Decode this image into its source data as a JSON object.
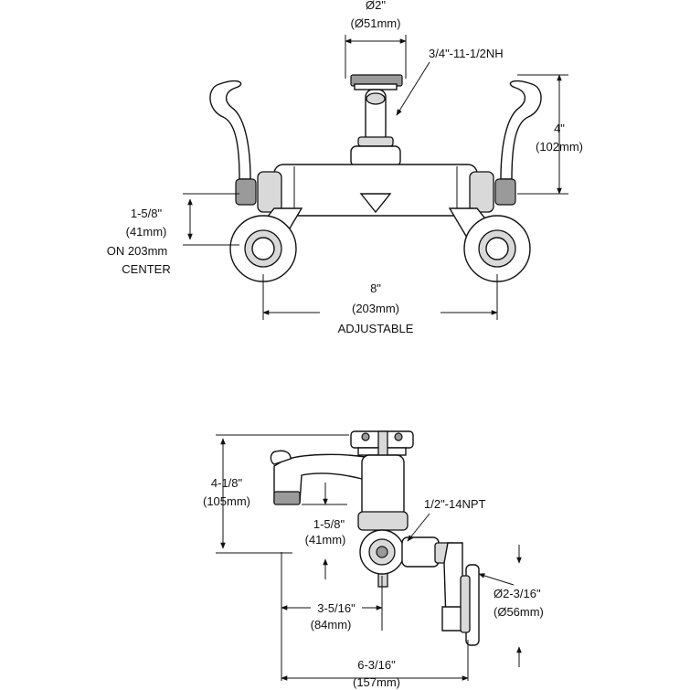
{
  "front_view": {
    "dia_top_in": "Ø2\"",
    "dia_top_mm": "(Ø51mm)",
    "thread_label": "3/4\"-11-1/2NH",
    "height_in": "4\"",
    "height_mm": "(102mm)",
    "inlet_in": "1-5/8\"",
    "inlet_mm": "(41mm)",
    "inlet_center": "ON 203mm",
    "inlet_center2": "CENTER",
    "width_in": "8\"",
    "width_mm": "(203mm)",
    "width_note": "ADJUSTABLE"
  },
  "side_view": {
    "height_in": "4-1/8\"",
    "height_mm": "(105mm)",
    "offset_in": "1-5/8\"",
    "offset_mm": "(41mm)",
    "npt_label": "1/2\"-14NPT",
    "flange_dia_in": "Ø2-3/16\"",
    "flange_dia_mm": "(Ø56mm)",
    "spout_in": "3-5/16\"",
    "spout_mm": "(84mm)",
    "depth_in": "6-3/16\"",
    "depth_mm": "(157mm)"
  }
}
